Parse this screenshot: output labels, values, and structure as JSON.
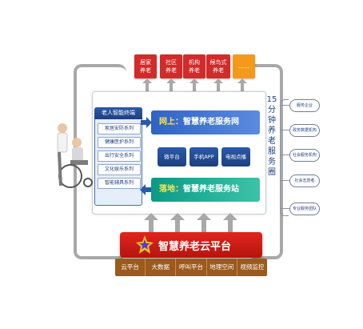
{
  "top_tiles": [
    {
      "line1": "居家",
      "line2": "养老",
      "color": "#d42a2a"
    },
    {
      "line1": "社区",
      "line2": "养老",
      "color": "#d42a2a"
    },
    {
      "line1": "机构",
      "line2": "养老",
      "color": "#d42a2a"
    },
    {
      "line1": "候鸟式",
      "line2": "养老",
      "color": "#d42a2a"
    },
    {
      "line1": "……",
      "line2": "",
      "color": "#f39a1a"
    }
  ],
  "terminal": {
    "title": "老人智能终端",
    "items": [
      "家居安防系列",
      "健康医护系列",
      "出行安全系列",
      "文化娱乐系列",
      "智能辅具系列"
    ]
  },
  "online": {
    "prefix": "网上：",
    "label": "智慧养老服务网"
  },
  "offline": {
    "prefix": "落地：",
    "label": "智慧养老服务站"
  },
  "channels": [
    "微平台",
    "手机APP",
    "电视点播"
  ],
  "circle_label": "15分钟养老服务圈",
  "right_partners": [
    "服务企业",
    "政务数据机构",
    "社会服务机构",
    "社会志愿者",
    "专业服务团队"
  ],
  "cloud": {
    "title": "智慧养老云平台"
  },
  "services": [
    "云平台",
    "大数据",
    "呼叫平台",
    "地理空间",
    "视频监控"
  ],
  "colors": {
    "accent_red": "#d42a2a",
    "blue": "#2b5aa8",
    "teal": "#0b9a86",
    "brown": "#9c5a1c"
  }
}
